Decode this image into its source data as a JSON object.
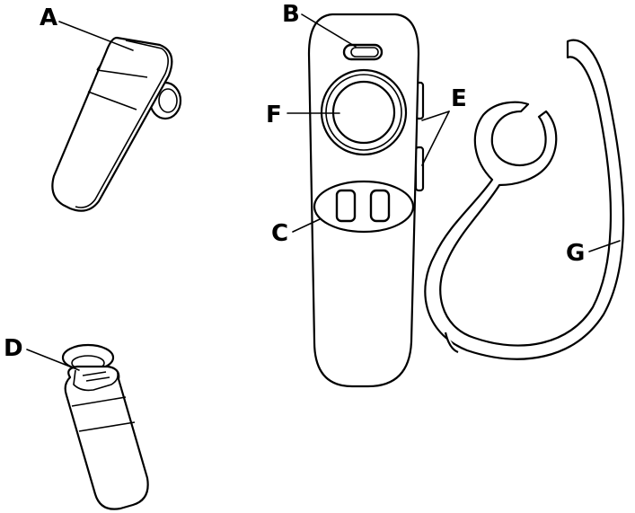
{
  "labels": {
    "A": "A",
    "B": "B",
    "C": "C",
    "D": "D",
    "E": "E",
    "F": "F",
    "G": "G"
  }
}
